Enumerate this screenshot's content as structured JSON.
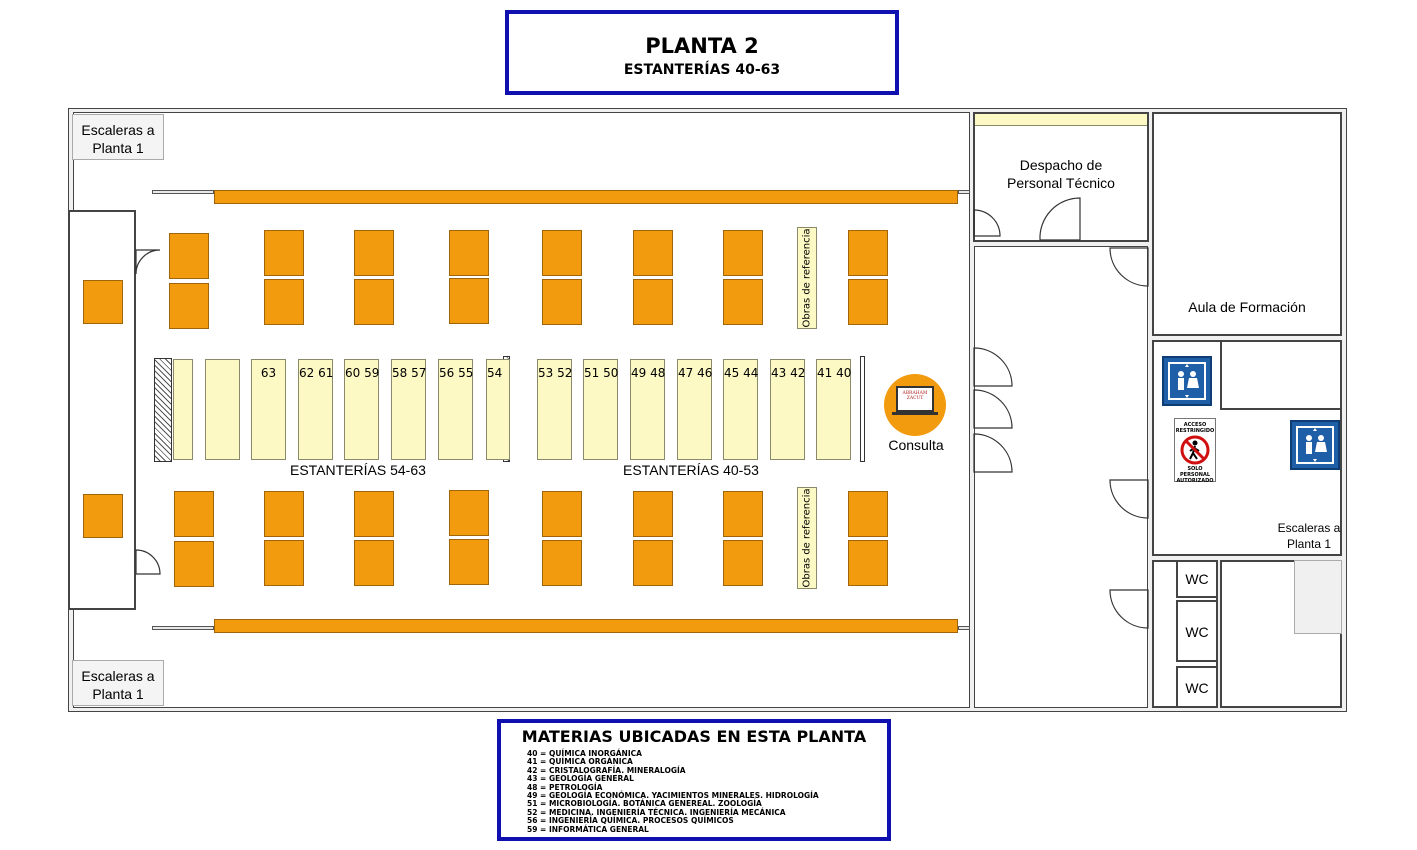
{
  "title": {
    "floor": "PLANTA 2",
    "shelves": "ESTANTERÍAS 40-63"
  },
  "stairs": {
    "top_left": [
      "Escaleras a",
      "Planta 1"
    ],
    "bottom_left": [
      "Escaleras a",
      "Planta 1"
    ],
    "right": [
      "Escaleras a",
      "Planta 1"
    ]
  },
  "rooms": {
    "office": [
      "Despacho de",
      "Personal Técnico"
    ],
    "training": "Aula de Formación",
    "wc": [
      "WC",
      "WC",
      "WC"
    ]
  },
  "reference_label": "Obras de referencia",
  "consult_label": "Consulta",
  "consult_logo": [
    "ABRAHAM",
    "ZACUT"
  ],
  "shelf_labels": [
    "",
    "",
    "63",
    "62 61",
    "60 59",
    "58 57",
    "56 55",
    "54",
    "53 52",
    "51 50",
    "49 48",
    "47 46",
    "45 44",
    "43 42",
    "41 40"
  ],
  "section_labels": {
    "left": "ESTANTERÍAS 54-63",
    "right": "ESTANTERÍAS 40-53"
  },
  "restricted_sign": {
    "top": [
      "ACCESO",
      "RESTRINGIDO"
    ],
    "bottom": [
      "SOLO PERSONAL",
      "AUTORIZADO"
    ]
  },
  "legend": {
    "heading": "MATERIAS UBICADAS EN ESTA PLANTA",
    "items": [
      "40 =  QUÍMICA INORGÁNICA",
      "41 =  QUÍMICA ORGÁNICA",
      "42 =  CRISTALOGRAFÍA. MINERALOGÍA",
      "43 =  GEOLOGÍA GENERAL",
      "48 =  PETROLOGÍA",
      "49 =  GEOLOGÍA ECONÓMICA. YACIMIENTOS MINERALES. HIDROLOGÍA",
      "51 =  MICROBIOLOGÍA. BOTÁNICA GENEREAL. ZOOLOGÍA",
      "52 =  MEDICINA. INGENIERÍA TÉCNICA. INGENIERÍA MECÁNICA",
      "56 =  INGENIERÍA QUÍMICA. PROCESOS QUÍMICOS",
      "59 =  INFORMÁTICA GENERAL"
    ]
  },
  "colors": {
    "table": "#f29b0e",
    "shelf": "#fdf9c4",
    "frame_blue": "#1010b0",
    "elevator_blue": "#1f5fa8"
  }
}
